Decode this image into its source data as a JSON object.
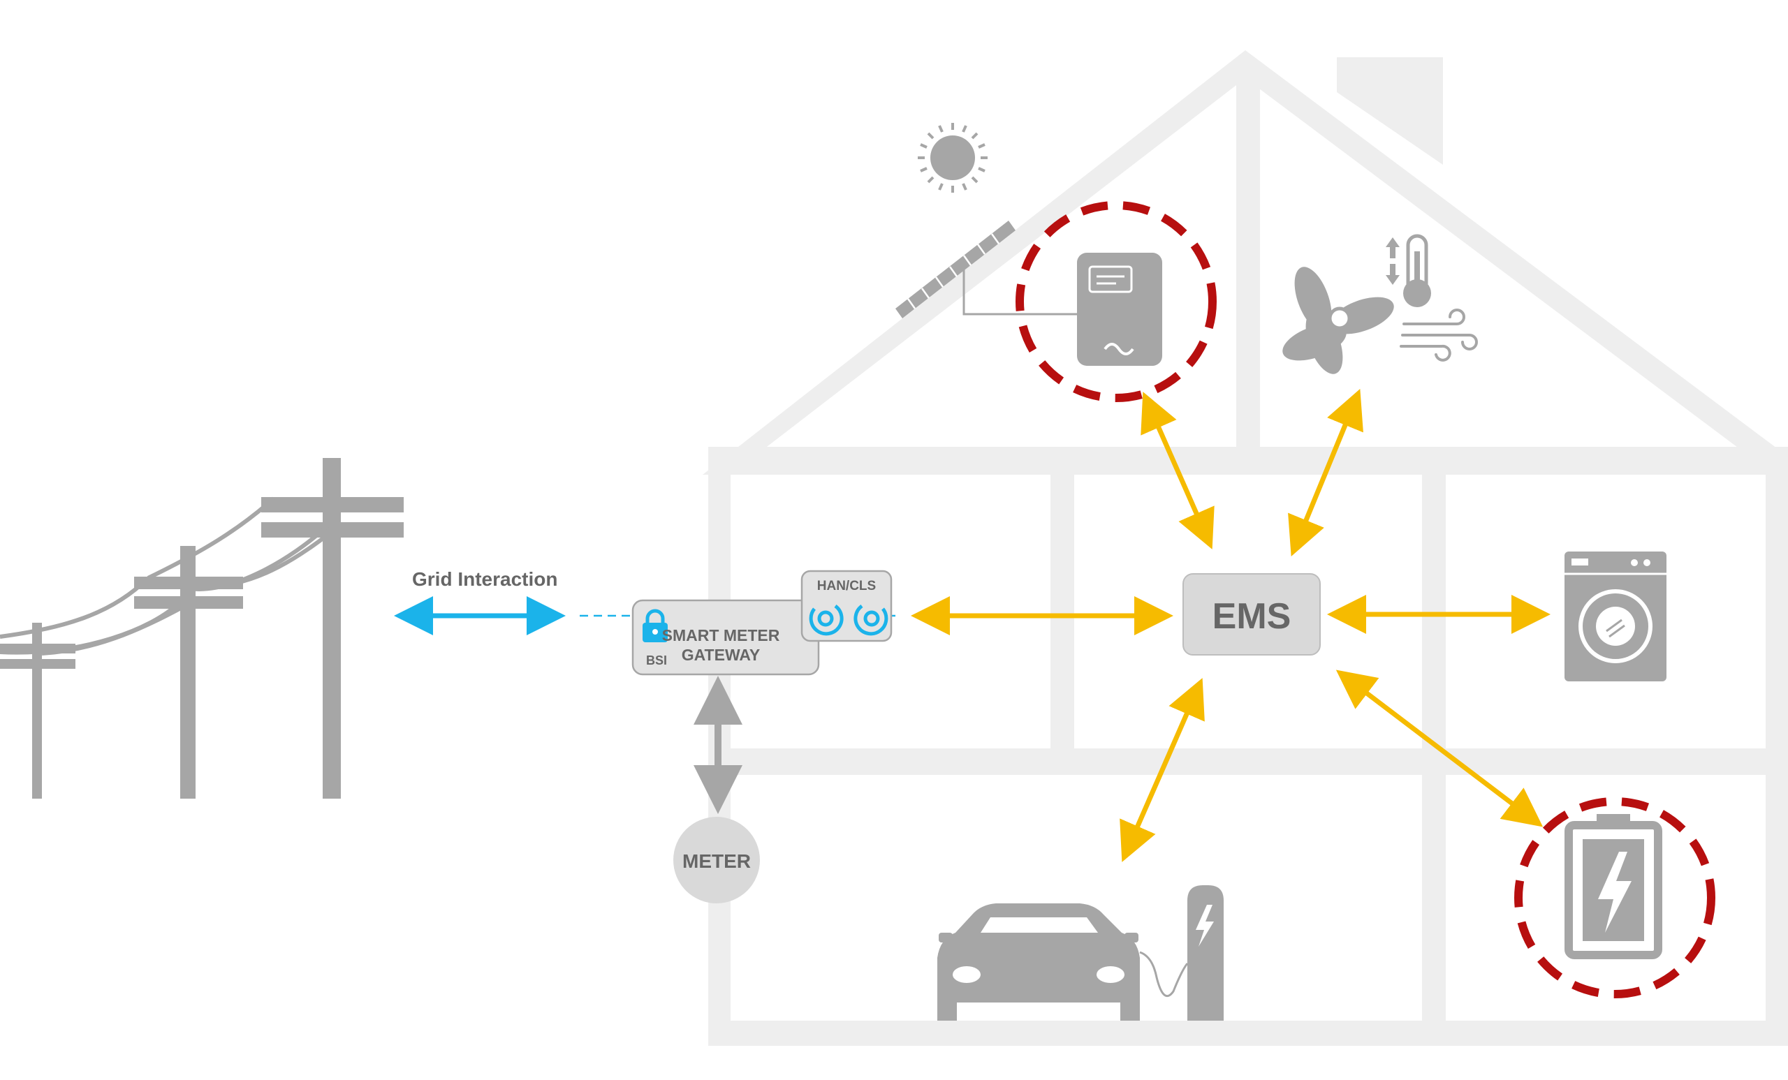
{
  "labels": {
    "grid_interaction": "Grid Interaction",
    "han_cls": "HAN/CLS",
    "bsi": "BSI",
    "smart_meter_line1": "SMART METER",
    "smart_meter_line2": "GATEWAY",
    "ems": "EMS",
    "meter": "METER"
  },
  "colors": {
    "house": "#eeeeee",
    "device_gray": "#a6a6a6",
    "ems_box": "#d9d9d9",
    "arrow_yellow": "#f6bb00",
    "arrow_blue": "#1bb3ea",
    "highlight_red": "#b70f0f",
    "text_gray": "#666666"
  },
  "icons": [
    "sun-icon",
    "solar-panel-icon",
    "inverter-icon",
    "fan-icon",
    "thermometer-icon",
    "wind-icon",
    "washing-machine-icon",
    "battery-icon",
    "car-icon",
    "charging-station-icon",
    "power-pole-icon",
    "lock-icon",
    "communication-rings-icon"
  ]
}
